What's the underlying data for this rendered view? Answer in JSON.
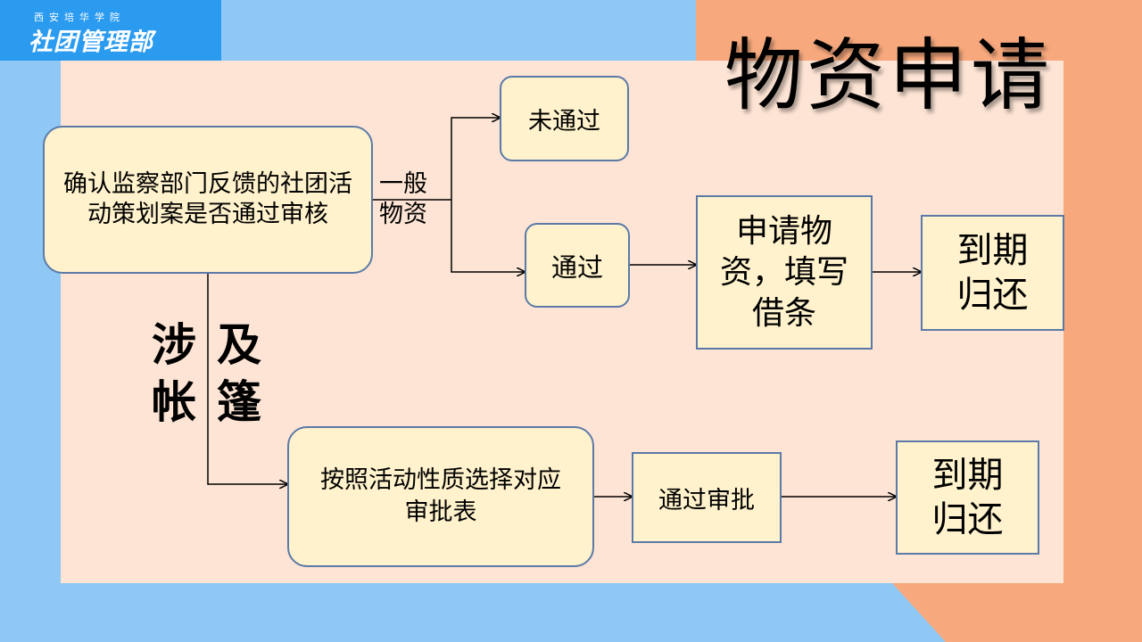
{
  "header": {
    "logo_sub": "西安培华学院",
    "logo_main": "社团管理部",
    "title": "物资申请"
  },
  "nodes": {
    "confirm": "确认监察部门反馈的社团活动策划案是否通过审核",
    "rejected": "未通过",
    "passed": "通过",
    "apply": "申请物资，填写借条",
    "return_top": "到期归还",
    "select_form": "按照活动性质选择对应审批表",
    "approve": "通过审批",
    "return_bottom": "到期归还"
  },
  "labels": {
    "general_1": "一般",
    "general_2": "物资",
    "involve_1": "涉",
    "involve_2": "帐",
    "involve_3": "及",
    "involve_4": "篷"
  },
  "colors": {
    "box_fill": "#fff2cc",
    "box_border": "#5b7aa8",
    "panel": "#fde4d4",
    "accent_orange": "#f7a97d",
    "accent_blue": "#8fc8f5"
  }
}
